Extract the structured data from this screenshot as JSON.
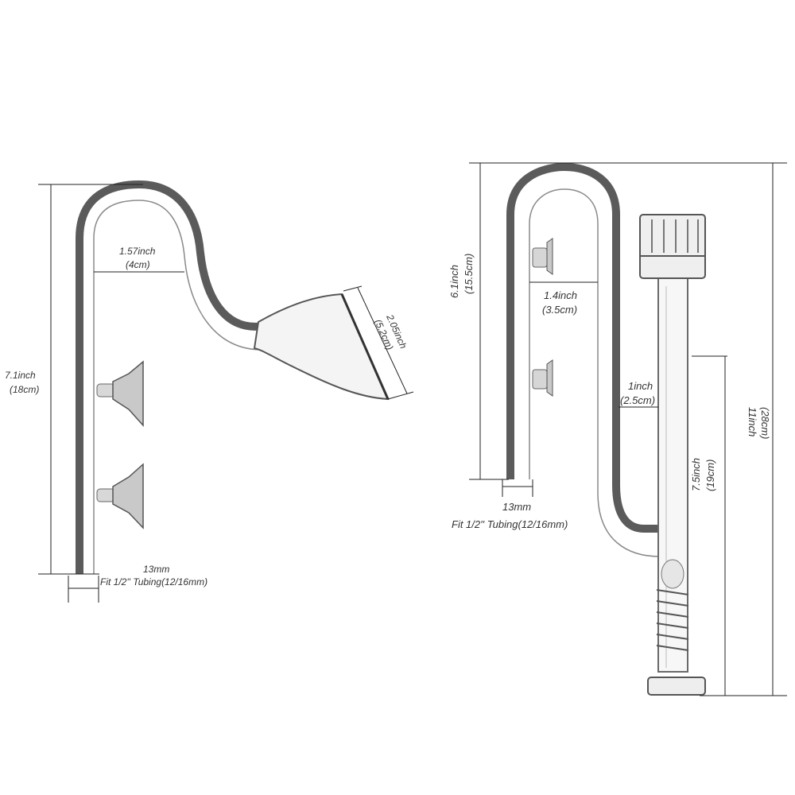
{
  "outflow": {
    "height_label": "7.1inch",
    "height_label_cm": "(18cm)",
    "width_label": "1.57inch",
    "width_label_cm": "(4cm)",
    "mouth_label": "2.05inch",
    "mouth_label_cm": "(5.2cm)",
    "pipe_label": "13mm",
    "tubing_label": "Fit 1/2'' Tubing(12/16mm)"
  },
  "inflow": {
    "leg_height_label": "6.1inch",
    "leg_height_label_cm": "(15.5cm)",
    "gap_label": "1.4inch",
    "gap_label_cm": "(3.5cm)",
    "diameter_label": "1inch",
    "diameter_label_cm": "(2.5cm)",
    "total_height_label": "11inch",
    "total_height_label_cm": "(28cm)",
    "lower_height_label": "7.5inch",
    "lower_height_label_cm": "(19cm)",
    "pipe_label": "13mm",
    "tubing_label": "Fit 1/2'' Tubing(12/16mm)"
  }
}
